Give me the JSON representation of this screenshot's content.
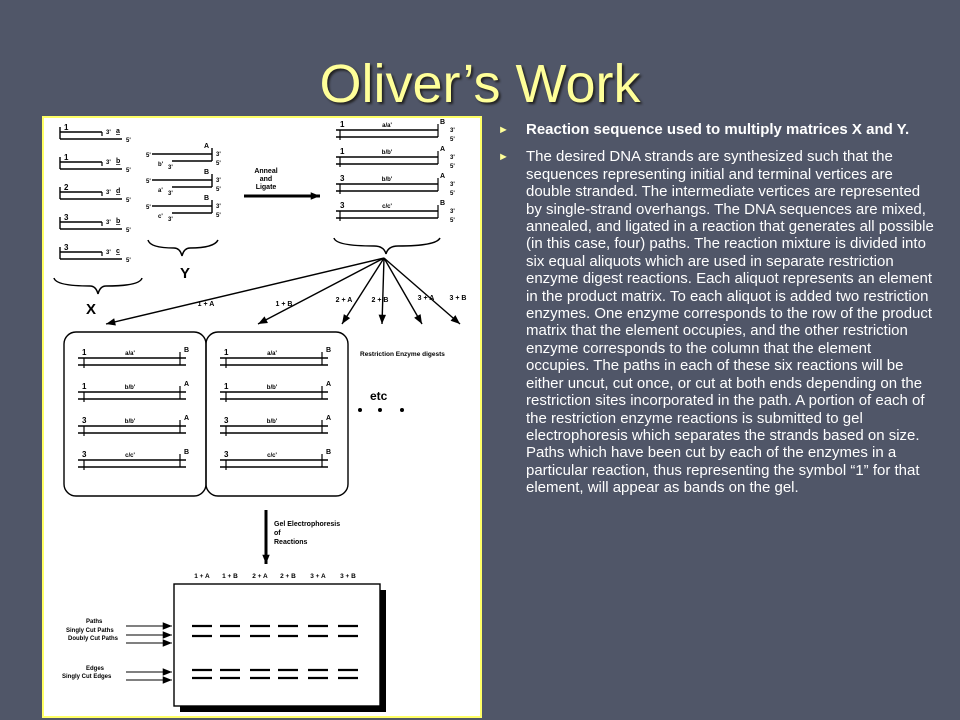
{
  "slide": {
    "title": "Oliver’s Work",
    "bullets": [
      "Reaction sequence used to multiply matrices X and Y.",
      "The desired DNA strands are synthesized such that the sequences representing initial and terminal vertices are double stranded. The intermediate vertices are represented by single-strand overhangs. The DNA sequences are mixed, annealed, and ligated in a reaction that generates all possible (in this case, four) paths. The reaction mixture is divided into six equal aliquots which are used in separate restriction enzyme digest reactions. Each aliquot represents an element in the product matrix. To each aliquot is added two restriction enzymes. One enzyme corresponds to the row of the product matrix that the element occupies, and the other restriction enzyme corresponds to the column that the element occupies. The paths in each of these six reactions will be either uncut, cut once, or cut at both ends depending on the restriction sites incorporated in the path. A portion of each of the restriction enzyme reactions is submitted to gel electrophoresis which separates the strands based on size. Paths which have been cut by each of the enzymes in a particular reaction, thus representing the symbol “1” for that element, will appear as bands on the gel."
    ]
  },
  "figure": {
    "label_x": "X",
    "label_y": "Y",
    "anneal": [
      "Anneal",
      "and",
      "Ligate"
    ],
    "x_strands": [
      {
        "num": "1",
        "letter": "a"
      },
      {
        "num": "1",
        "letter": "b"
      },
      {
        "num": "2",
        "letter": "d"
      },
      {
        "num": "3",
        "letter": "b"
      },
      {
        "num": "3",
        "letter": "c"
      }
    ],
    "y_strands": [
      {
        "lead": "b'",
        "end": "A"
      },
      {
        "lead": "a'",
        "end": "B"
      },
      {
        "lead": "c'",
        "end": "B"
      }
    ],
    "paths": [
      {
        "num": "1",
        "mid": "a/a'",
        "end": "B"
      },
      {
        "num": "1",
        "mid": "b/b'",
        "end": "A"
      },
      {
        "num": "3",
        "mid": "b/b'",
        "end": "A"
      },
      {
        "num": "3",
        "mid": "c/c'",
        "end": "B"
      }
    ],
    "prime3": "3'",
    "prime5": "5'",
    "reactions": [
      "1 + A",
      "1 + B",
      "2 + A",
      "2 + B",
      "3 + A",
      "3 + B"
    ],
    "digest_label": "Restriction Enzyme digests",
    "etc": "etc",
    "gel_step": [
      "Gel Electrophoresis",
      "of",
      "Reactions"
    ],
    "gel_labels": [
      "Paths",
      "Singly Cut Paths",
      "Doubly Cut Paths",
      "Edges",
      "Singly Cut Edges"
    ]
  }
}
